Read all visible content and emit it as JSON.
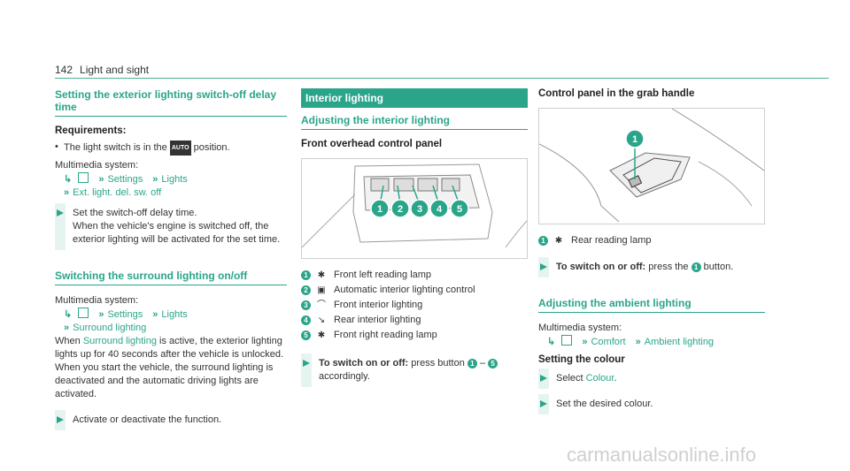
{
  "header": {
    "page_number": "142",
    "title": "Light and sight"
  },
  "col1": {
    "sec1_title": "Setting the exterior lighting switch-off delay time",
    "requirements_label": "Requirements:",
    "req1_pre": "The light switch is in the",
    "req1_badge": "AUTO",
    "req1_post": "position.",
    "multimedia": "Multimedia system:",
    "path1": [
      "Settings",
      "Lights",
      "Ext. light. del. sw. off"
    ],
    "step1_title": "Set the switch-off delay time.",
    "step1_body": "When the vehicle's engine is switched off, the exterior lighting will be activated for the set time.",
    "sec2_title": "Switching the surround lighting on/off",
    "multimedia2": "Multimedia system:",
    "path2": [
      "Settings",
      "Lights",
      "Surround lighting"
    ],
    "para_pre": "When",
    "para_link": "Surround lighting",
    "para_post": "is active, the exterior lighting lights up for 40 seconds after the vehicle is unlocked. When you start the vehicle, the surround lighting is deactivated and the automatic driving lights are activated.",
    "step2": "Activate or deactivate the function."
  },
  "col2": {
    "bar_title": "Interior lighting",
    "sec_title": "Adjusting the interior lighting",
    "sub_title": "Front overhead control panel",
    "items": [
      {
        "n": "1",
        "text": "Front left reading lamp"
      },
      {
        "n": "2",
        "text": "Automatic interior lighting control"
      },
      {
        "n": "3",
        "text": "Front interior lighting"
      },
      {
        "n": "4",
        "text": "Rear interior lighting"
      },
      {
        "n": "5",
        "text": "Front right reading lamp"
      }
    ],
    "step_bold": "To switch on or off:",
    "step_pre": "press button",
    "step_from": "1",
    "step_dash": "–",
    "step_to": "5",
    "step_post": "accordingly."
  },
  "col3": {
    "sub_title": "Control panel in the grab handle",
    "item1_n": "1",
    "item1_text": "Rear reading lamp",
    "step_bold": "To switch on or off:",
    "step_pre": "press the",
    "step_n": "1",
    "step_post": "button.",
    "sec_title": "Adjusting the ambient lighting",
    "multimedia": "Multimedia system:",
    "path": [
      "Comfort",
      "Ambient lighting"
    ],
    "sub2": "Setting the colour",
    "step2_pre": "Select",
    "step2_link": "Colour",
    "step2_post": ".",
    "step3": "Set the desired colour."
  },
  "footer": {
    "watermark": "carmanualsonline.info"
  },
  "colors": {
    "accent": "#2aa58a",
    "step_bg": "#e6f4ef"
  }
}
